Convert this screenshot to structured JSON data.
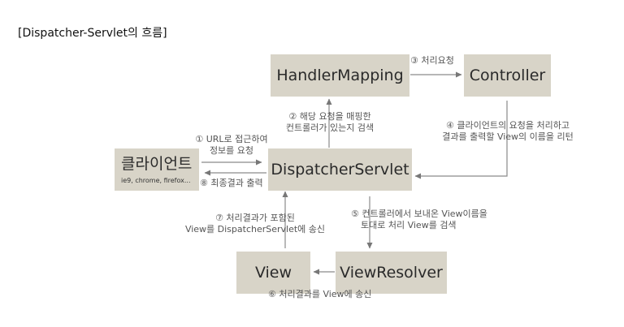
{
  "title": "[Dispatcher-Servlet의 흐름]",
  "nodes": {
    "handler_mapping": "HandlerMapping",
    "controller": "Controller",
    "client": "클라이언트",
    "client_sub": "ie9, chrome, firefox...",
    "dispatcher": "DispatcherServlet",
    "view": "View",
    "view_resolver": "ViewResolver"
  },
  "steps": {
    "s1a": "① URL로 접근하여",
    "s1b": "정보를 요청",
    "s2a": "② 해당 요청을 매핑한",
    "s2b": "컨트롤러가 있는지 검색",
    "s3": "③ 처리요청",
    "s4a": "④ 클라이언트의 요청을 처리하고",
    "s4b": "결과를 출력할 View의 이름을 리턴",
    "s5a": "⑤ 컨트롤러에서 보내온 View이름을",
    "s5b": "토대로 처리 View를 검색",
    "s6": "⑥ 처리결과를 View에 송신",
    "s7a": "⑦ 처리결과가 포함된",
    "s7b": "View를 DispatcherServlet에 송신",
    "s8": "⑧ 최종결과 출력"
  }
}
